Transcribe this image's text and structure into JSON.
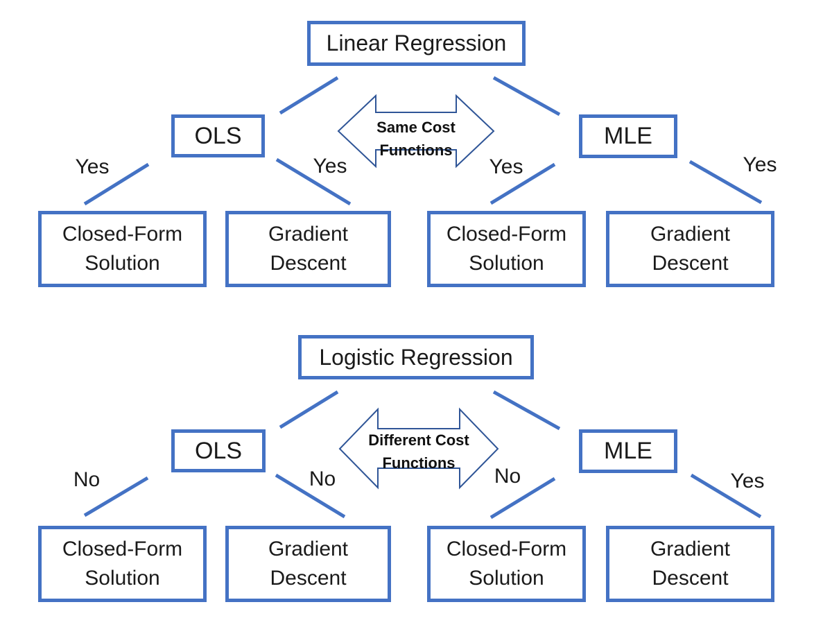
{
  "colors": {
    "background": "#FFFFFF",
    "node_border": "#4472C4",
    "connector": "#4472C4",
    "arrow_outline": "#2F5597",
    "text": "#1A1A1A"
  },
  "sections": [
    {
      "title": "Linear Regression",
      "methods": {
        "left": "OLS",
        "right": "MLE"
      },
      "arrow_label": [
        "Same Cost",
        "Functions"
      ],
      "edge_labels": [
        "Yes",
        "Yes",
        "Yes",
        "Yes"
      ],
      "leaves": [
        "Closed-Form Solution",
        "Gradient Descent",
        "Closed-Form Solution",
        "Gradient Descent"
      ]
    },
    {
      "title": "Logistic Regression",
      "methods": {
        "left": "OLS",
        "right": "MLE"
      },
      "arrow_label": [
        "Different Cost",
        "Functions"
      ],
      "edge_labels": [
        "No",
        "No",
        "No",
        "Yes"
      ],
      "leaves": [
        "Closed-Form Solution",
        "Gradient Descent",
        "Closed-Form Solution",
        "Gradient Descent"
      ]
    }
  ]
}
